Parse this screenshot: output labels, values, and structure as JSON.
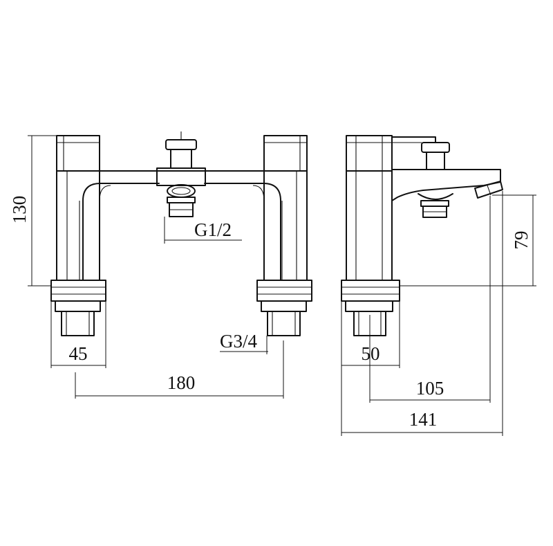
{
  "dimensions": {
    "body_height": "130",
    "inlet_thread": "G1/2",
    "base_width_front": "45",
    "supply_thread": "G3/4",
    "tap_centres": "180",
    "base_width_side": "50",
    "spout_clearance": "79",
    "spout_projection": "105",
    "overall_depth": "141"
  }
}
